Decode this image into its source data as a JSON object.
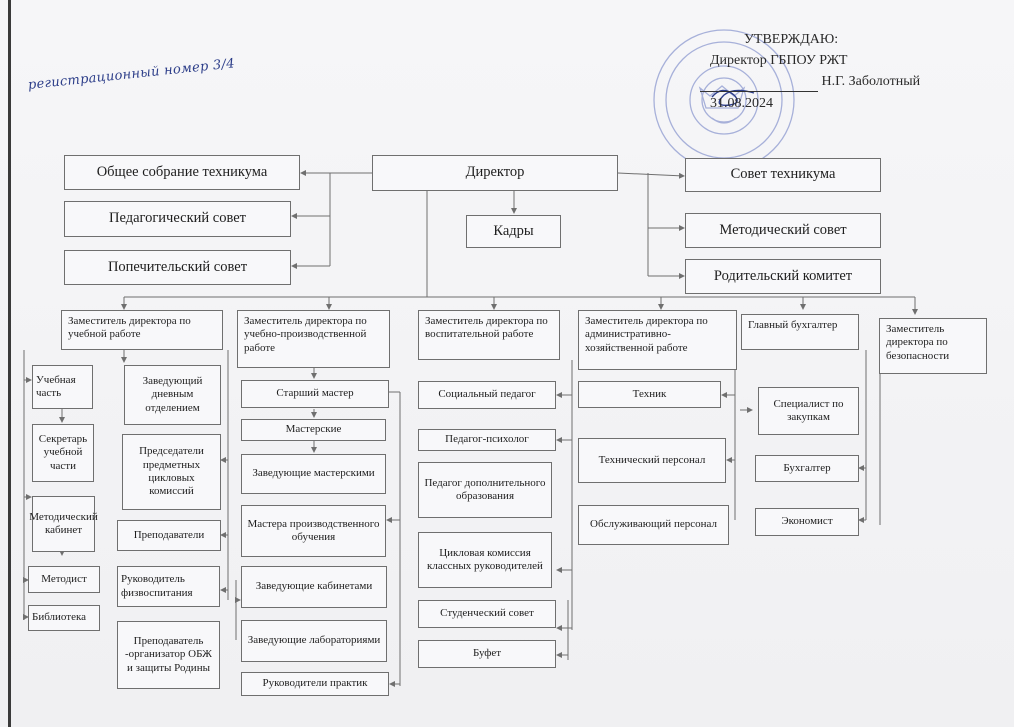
{
  "approval": {
    "title": "УТВЕРЖДАЮ:",
    "position": "Директор ГБПОУ РЖТ",
    "signature_line": "Н.Г. Заболотный",
    "date": "31.08.2024"
  },
  "registration_note": "регистрационный номер 3/4",
  "top": {
    "director": "Директор",
    "general_meeting": "Общее собрание техникума",
    "pedagogical_council": "Педагогический совет",
    "board_of_trustees": "Попечительский совет",
    "staff": "Кадры",
    "technikum_council": "Совет техникума",
    "methodical_council": "Методический совет",
    "parent_committee": "Родительский комитет"
  },
  "deputies": {
    "academic": "Заместитель директора по учебной работе",
    "industrial": "Заместитель директора по учебно-производственной работе",
    "educational": "Заместитель директора по воспитательной работе",
    "administrative": "Заместитель директора по административно-хозяйственной работе",
    "chief_accountant": "Главный бухгалтер",
    "security": "Заместитель директора по безопасности"
  },
  "academic_units": {
    "study_part": "Учебная часть",
    "day_department_head": "Заведующий дневным отделением",
    "study_secretary": "Секретарь учебной части",
    "committee_chairs": "Председатели предметных цикловых комиссий",
    "methodical_office": "Методический кабинет",
    "teachers": "Преподаватели",
    "methodist": "Методист",
    "pe_head": "Руководитель физвоспитания",
    "library": "Библиотека",
    "obzh_teacher": "Преподаватель -организатор ОБЖ и защиты Родины"
  },
  "industrial_units": {
    "senior_master": "Старший мастер",
    "workshops": "Мастерские",
    "workshop_heads": "Заведующие мастерскими",
    "masters": "Мастера производственного обучения",
    "office_heads": "Заведующие кабинетами",
    "lab_heads": "Заведующие лабораториями",
    "practice_heads": "Руководители практик"
  },
  "educational_units": {
    "social_teacher": "Социальный педагог",
    "psychologist": "Педагог-психолог",
    "additional_ed": "Педагог дополнительного образования",
    "class_commission": "Цикловая комиссия классных руководителей",
    "student_council": "Студенческий совет",
    "canteen": "Буфет"
  },
  "admin_units": {
    "technician": "Техник",
    "technical_staff": "Технический персонал",
    "service_staff": "Обслуживающий персонал"
  },
  "accounting_units": {
    "procurement": "Специалист по закупкам",
    "accountant": "Бухгалтер",
    "economist": "Экономист"
  },
  "colors": {
    "line": "#6f6f6f",
    "stamp": "#7d8cc9",
    "ink": "#2e3f8a"
  }
}
